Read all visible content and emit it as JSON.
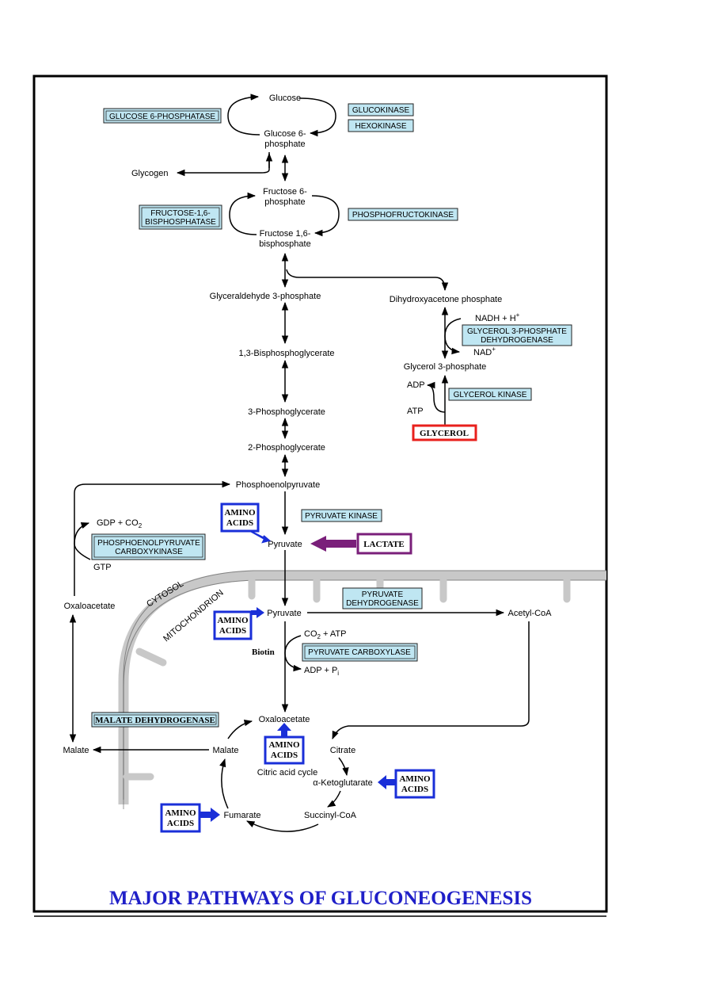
{
  "title": "MAJOR PATHWAYS OF GLUCONEOGENESIS",
  "metabolites": {
    "glucose": "Glucose",
    "g6p_1": "Glucose 6-",
    "g6p_2": "phosphate",
    "glycogen": "Glycogen",
    "f6p_1": "Fructose 6-",
    "f6p_2": "phosphate",
    "f16bp_1": "Fructose 1,6-",
    "f16bp_2": "bisphosphate",
    "gap": "Glyceraldehyde 3-phosphate",
    "dhap": "Dihydroxyacetone phosphate",
    "nadh": "NADH + H",
    "nad": "NAD",
    "glycerol3p": "Glycerol 3-phosphate",
    "adp": "ADP",
    "atp": "ATP",
    "bpg": "1,3-Bisphosphoglycerate",
    "pg3": "3-Phosphoglycerate",
    "pg2": "2-Phosphoglycerate",
    "pep": "Phosphoenolpyruvate",
    "gdp_co2": "GDP + CO",
    "gtp": "GTP",
    "pyruvate_cyto": "Pyruvate",
    "oaa_cyto": "Oxaloacetate",
    "malate_cyto": "Malate",
    "pyruvate_mito": "Pyruvate",
    "acetylcoa": "Acetyl-CoA",
    "co2_atp": "CO",
    "co2_atp_tail": " + ATP",
    "biotin": "Biotin",
    "adp_pi": "ADP + P",
    "oaa_mito": "Oxaloacetate",
    "malate_mito": "Malate",
    "citrate": "Citrate",
    "tca": "Citric acid cycle",
    "akg": "α-Ketoglutarate",
    "fumarate": "Fumarate",
    "succcoa": "Succinyl-CoA"
  },
  "compartments": {
    "cytosol": "CYTOSOL",
    "mitochondrion": "MITOCHONDRION"
  },
  "enzymes": {
    "g6pase": "GLUCOSE 6-PHOSPHATASE",
    "glucokinase": "GLUCOKINASE",
    "hexokinase": "HEXOKINASE",
    "fbpase_1": "FRUCTOSE-1,6-",
    "fbpase_2": "BISPHOSPHATASE",
    "pfk": "PHOSPHOFRUCTOKINASE",
    "g3pdh_1": "GLYCEROL 3-PHOSPHATE",
    "g3pdh_2": "DEHYDROGENASE",
    "glycerol_kinase": "GLYCEROL KINASE",
    "pyruvate_kinase": "PYRUVATE KINASE",
    "pepck_1": "PHOSPHOENOLPYRUVATE",
    "pepck_2": "CARBOXYKINASE",
    "pdh_1": "PYRUVATE",
    "pdh_2": "DEHYDROGENASE",
    "pc": "PYRUVATE CARBOXYLASE",
    "mdh": "MALATE DEHYDROGENASE"
  },
  "substrates": {
    "glycerol": "GLYCEROL",
    "lactate": "LACTATE",
    "amino_1": "AMINO",
    "amino_2": "ACIDS"
  },
  "colors": {
    "enzyme_fill": "#bfe6f2",
    "glycerol": "#e8201c",
    "lactate": "#7a1f7a",
    "amino_acids": "#1a2fd8",
    "membrane": "#c8c8c8",
    "title": "#1f1fc8"
  }
}
